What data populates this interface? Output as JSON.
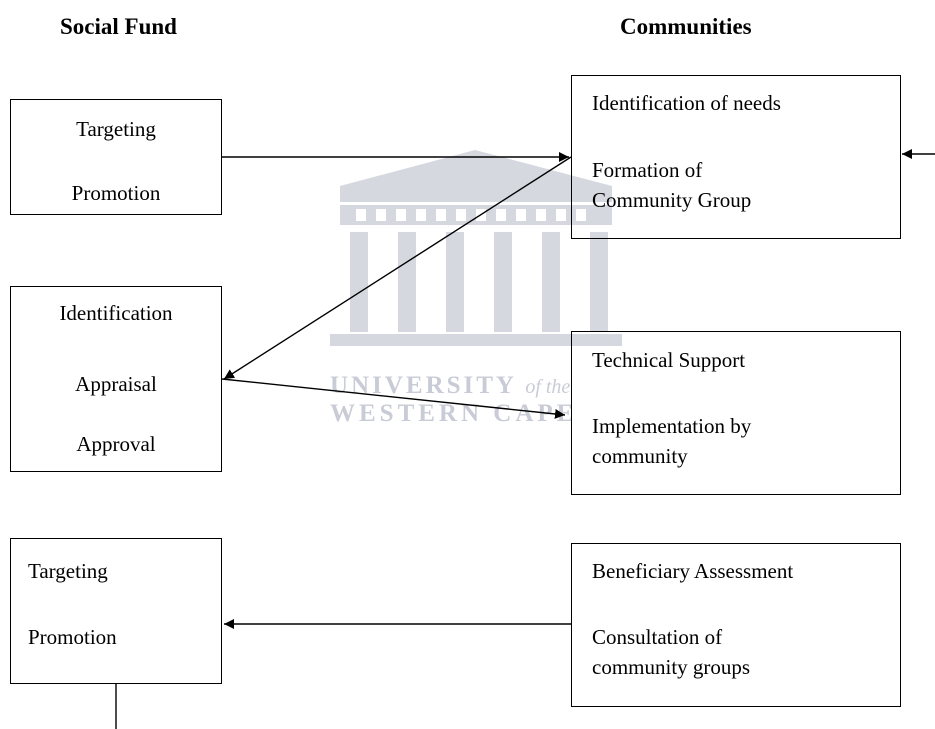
{
  "headers": {
    "left": "Social Fund",
    "right": "Communities"
  },
  "watermark": {
    "line1": "UNIVERSITY",
    "line1_suffix": "of the",
    "line2": "WESTERN CAPE",
    "color": "#b8bcc8"
  },
  "boxes": {
    "sf_top": {
      "line1": "Targeting",
      "line2": "Promotion"
    },
    "sf_mid": {
      "line1": "Identification",
      "line2": "Appraisal",
      "line3": "Approval"
    },
    "sf_bot": {
      "line1": "Targeting",
      "line2": "Promotion"
    },
    "c_top": {
      "line1": "Identification of needs",
      "line2": "Formation of",
      "line3": "Community Group"
    },
    "c_mid": {
      "line1": "Technical Support",
      "line2": "Implementation by",
      "line3": "community"
    },
    "c_bot": {
      "line1": "Beneficiary Assessment",
      "line2": "Consultation of",
      "line3": "community groups"
    }
  },
  "colors": {
    "line": "#000000"
  }
}
